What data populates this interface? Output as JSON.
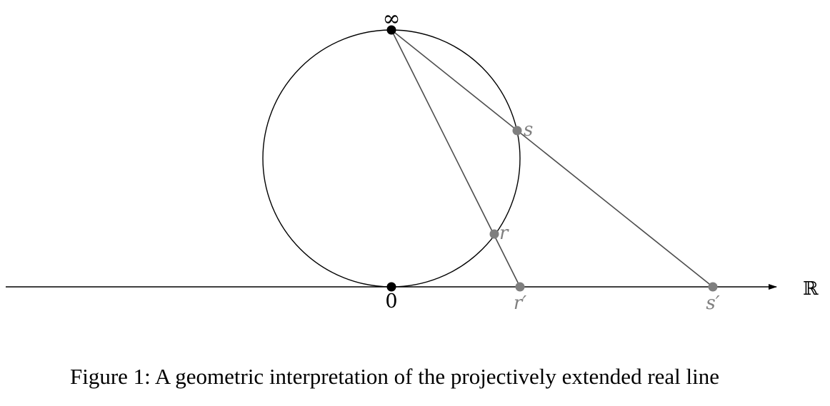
{
  "diagram": {
    "axis_label": "ℝ",
    "points": {
      "infinity": {
        "label": "∞",
        "color": "#000000"
      },
      "origin": {
        "label": "0",
        "color": "#000000"
      },
      "r": {
        "label": "r",
        "color": "#7f7f7f"
      },
      "s": {
        "label": "s",
        "color": "#7f7f7f"
      },
      "r_prime": {
        "label": "r′",
        "color": "#7f7f7f"
      },
      "s_prime": {
        "label": "s′",
        "color": "#7f7f7f"
      }
    },
    "line_color": "#000000",
    "projection_line_color": "#4d4d4d"
  },
  "caption": {
    "text": "Figure 1:  A geometric interpretation of the projectively extended real line"
  }
}
